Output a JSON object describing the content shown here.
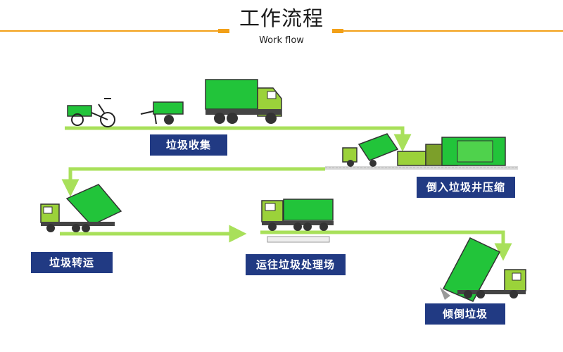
{
  "header": {
    "title": "工作流程",
    "subtitle": "Work flow"
  },
  "stages": [
    {
      "label": "垃圾收集"
    },
    {
      "label": "倒入垃圾井压缩"
    },
    {
      "label": "垃圾转运"
    },
    {
      "label": "运往垃圾处理场"
    },
    {
      "label": "倾倒垃圾"
    }
  ],
  "colors": {
    "accent": "#f2a018",
    "flow_line": "#a8e05a",
    "label_bg": "#213a83",
    "truck_green": "#22c43a",
    "cab_green": "#9bd23a"
  }
}
